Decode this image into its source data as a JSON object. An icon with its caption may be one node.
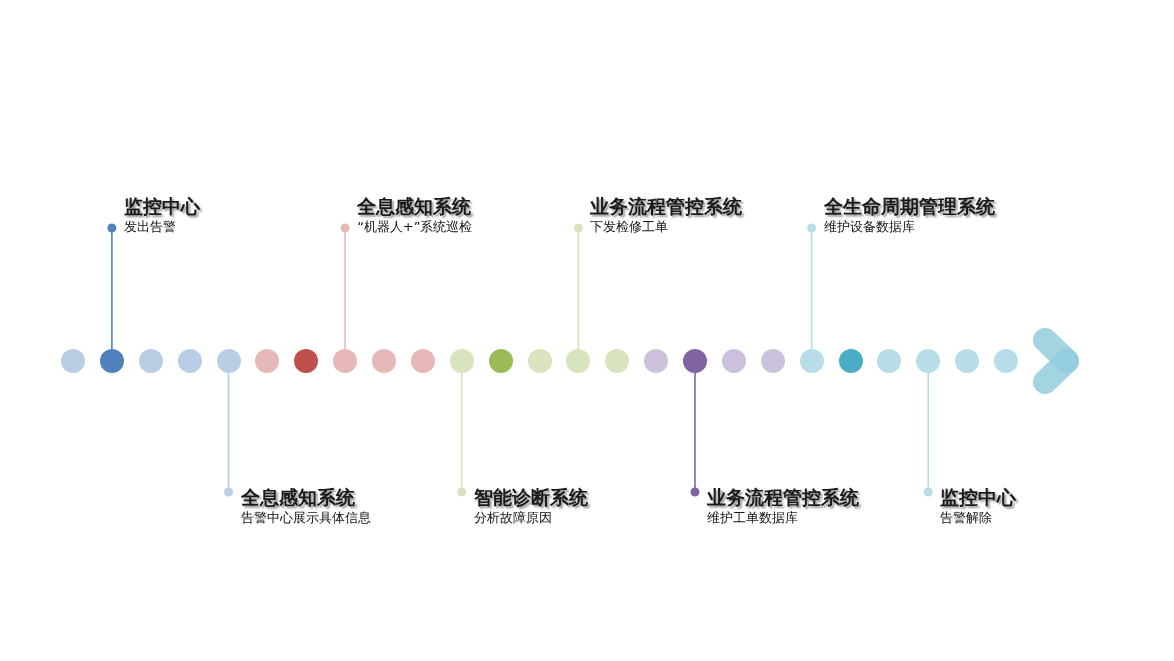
{
  "diagram": {
    "nodes": [
      {
        "text": [
          "监控中心",
          "发出告警"
        ]
      },
      {
        "text": [
          "全息感知系统",
          "告警中心展示具体信息"
        ]
      },
      {
        "text": [
          "全息感知系统",
          "“机器人+”系统巡检"
        ]
      },
      {
        "text": [
          "智能诊断系统",
          "分析故障原因"
        ]
      },
      {
        "text": [
          "业务流程管控系统",
          "下发检修工单"
        ]
      },
      {
        "text": [
          "业务流程管控系统",
          "维护工单数据库"
        ]
      },
      {
        "text": [
          "全生命周期管理系统",
          "维护设备数据库"
        ]
      },
      {
        "text": [
          "监控中心",
          "告警解除"
        ]
      },
      {
        "text": [],
        "shape": "circle"
      },
      {
        "text": [],
        "shape": "circle"
      },
      {
        "text": [],
        "shape": "circle"
      },
      {
        "text": [],
        "shape": "circle"
      },
      {
        "text": [],
        "shape": "circle"
      },
      {
        "text": [],
        "shape": "circle"
      },
      {
        "text": [],
        "shape": "circle"
      },
      {
        "text": [],
        "shape": "circle"
      },
      {
        "text": [],
        "shape": "circle"
      },
      {
        "text": [],
        "shape": "circle"
      },
      {
        "text": [],
        "shape": "circle"
      },
      {
        "text": [],
        "shape": "circle"
      },
      {
        "text": [],
        "shape": "circle"
      },
      {
        "text": [],
        "shape": "circle"
      },
      {
        "text": [],
        "shape": "circle"
      },
      {
        "text": [],
        "shape": "circle"
      },
      {
        "text": [],
        "shape": "circle"
      },
      {
        "text": [],
        "shape": "circle"
      },
      {
        "text": [],
        "shape": "circle"
      },
      {
        "text": [],
        "shape": "circle"
      },
      {
        "text": [],
        "shape": "circle"
      },
      {
        "text": [],
        "shape": "circle"
      },
      {
        "text": [],
        "shape": "circle"
      },
      {
        "text": [],
        "shape": "circle"
      },
      {
        "text": [],
        "shape": "circle"
      }
    ],
    "edges": [
      {
        "from": 0,
        "to": 9,
        "arrow": "other",
        "color": "#4f81bd"
      },
      {
        "from": 1,
        "to": 12,
        "arrow": "other",
        "color": "#b9cde5"
      },
      {
        "from": 2,
        "to": 15,
        "arrow": "other",
        "color": "#e6b9b8"
      },
      {
        "from": 3,
        "to": 18,
        "arrow": "other",
        "color": "#d7e4bd"
      },
      {
        "from": 4,
        "to": 21,
        "arrow": "other",
        "color": "#d7e4bd"
      },
      {
        "from": 5,
        "to": 24,
        "arrow": "other",
        "color": "#8064a2"
      },
      {
        "from": 6,
        "to": 27,
        "arrow": "other",
        "color": "#b7dee8"
      },
      {
        "from": 7,
        "to": 30,
        "arrow": "other",
        "color": "#b7dee8"
      }
    ]
  }
}
